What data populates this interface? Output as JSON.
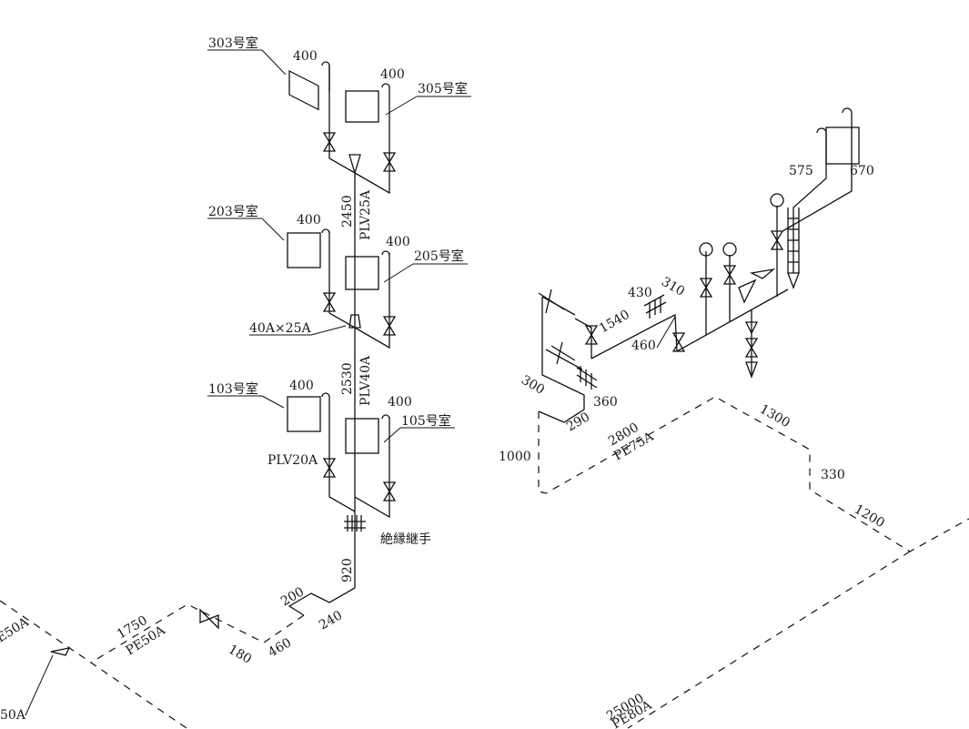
{
  "rooms": {
    "r303": "303号室",
    "r305": "305号室",
    "r203": "203号室",
    "r205": "205号室",
    "r103": "103号室",
    "r105": "105号室"
  },
  "pipes": {
    "plv25a": "PLV25A",
    "plv40a": "PLV40A",
    "plv20a": "PLV20A",
    "pe50a_1": "PE50A",
    "pe50a_2": "E50A",
    "pe50a_3": "50A",
    "pe75a": "PE75A",
    "pe80a": "PE80A"
  },
  "notes": {
    "reducer": "40A×25A",
    "insulation_joint": "絶縁継手"
  },
  "dims": {
    "d400_303": "400",
    "d400_305": "400",
    "d400_203": "400",
    "d400_205": "400",
    "d400_103": "400",
    "d400_105": "400",
    "d2450": "2450",
    "d2530": "2530",
    "d920": "920",
    "d200": "200",
    "d240": "240",
    "d460a": "460",
    "d180": "180",
    "d1750": "1750",
    "d575": "575",
    "d670": "670",
    "d430": "430",
    "d310": "310",
    "d1540": "1540",
    "d460b": "460",
    "d300": "300",
    "d360": "360",
    "d290": "290",
    "d2800": "2800",
    "d1300": "1300",
    "d1000": "1000",
    "d330": "330",
    "d1200": "1200",
    "d25000": "25000"
  }
}
